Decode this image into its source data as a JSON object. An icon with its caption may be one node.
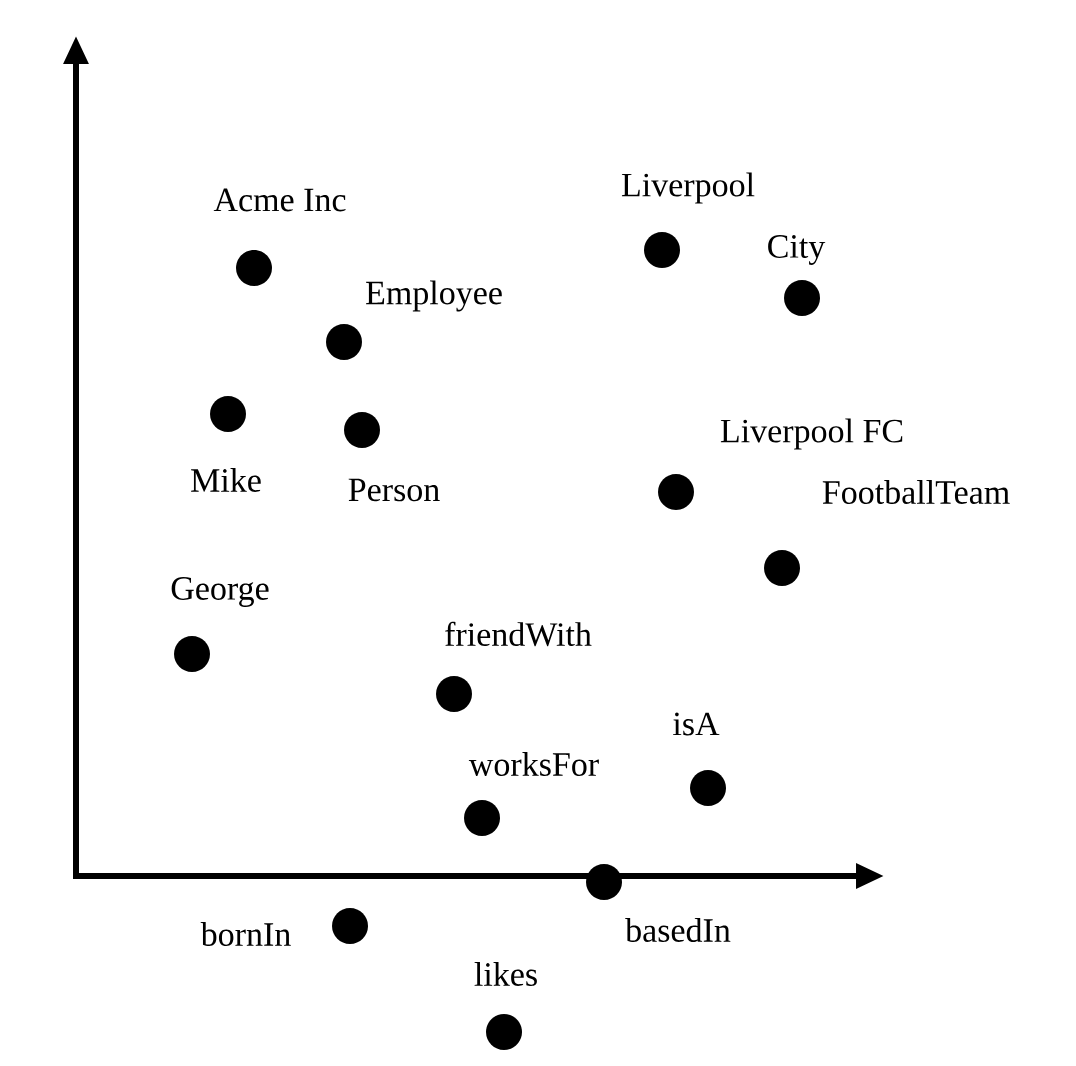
{
  "diagram": {
    "labels": [
      "Liverpool",
      "Acme Inc",
      "City",
      "Employee",
      "Liverpool FC",
      "Mike",
      "Person",
      "FootballTeam",
      "George",
      "friendWith",
      "isA",
      "worksFor",
      "bornIn",
      "basedIn",
      "likes"
    ]
  }
}
